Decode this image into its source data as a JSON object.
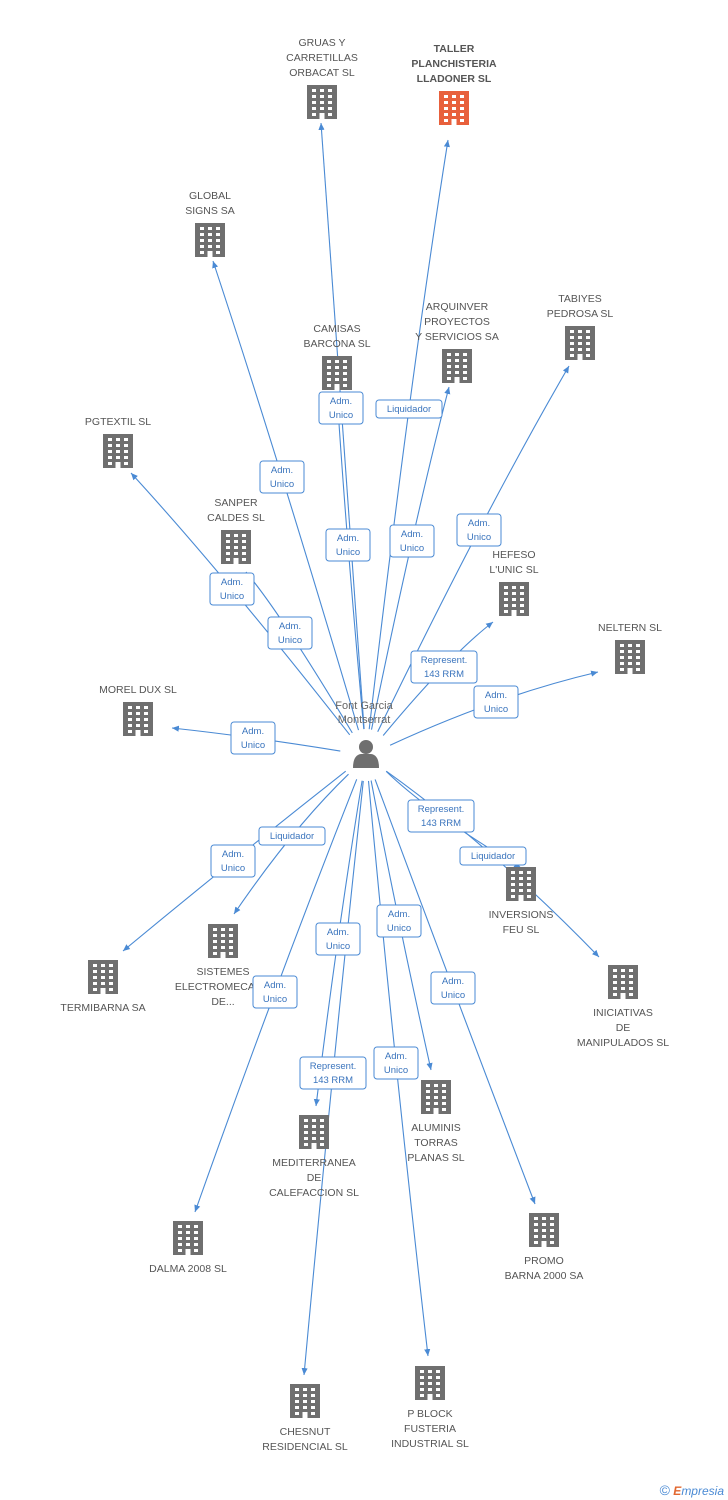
{
  "person": {
    "lines": [
      "Font Garcia",
      "Montserrat"
    ]
  },
  "colors": {
    "edge": "#4a8ad4",
    "building": "#6f6f6f",
    "building_highlight": "#e8603c",
    "person": "#6f6f6f"
  },
  "footer": {
    "copyright": "©",
    "brand_first": "E",
    "brand_rest": "mpresia"
  },
  "nodes": [
    {
      "id": "gruas",
      "lines": [
        "GRUAS Y",
        "CARRETILLAS",
        "ORBACAT SL"
      ],
      "highlight": false,
      "label_pos": "above"
    },
    {
      "id": "taller",
      "lines": [
        "TALLER",
        "PLANCHISTERIA",
        "LLADONER SL"
      ],
      "highlight": true,
      "label_pos": "above"
    },
    {
      "id": "global",
      "lines": [
        "GLOBAL",
        "SIGNS SA"
      ],
      "highlight": false,
      "label_pos": "above"
    },
    {
      "id": "camisas",
      "lines": [
        "CAMISAS",
        "BARCONA SL"
      ],
      "highlight": false,
      "label_pos": "above"
    },
    {
      "id": "arquinver",
      "lines": [
        "ARQUINVER",
        "PROYECTOS",
        "Y SERVICIOS SA"
      ],
      "highlight": false,
      "label_pos": "above"
    },
    {
      "id": "tabiyes",
      "lines": [
        "TABIYES",
        "PEDROSA SL"
      ],
      "highlight": false,
      "label_pos": "above"
    },
    {
      "id": "pgtextil",
      "lines": [
        "PGTEXTIL SL"
      ],
      "highlight": false,
      "label_pos": "above"
    },
    {
      "id": "sanper",
      "lines": [
        "SANPER",
        "CALDES SL"
      ],
      "highlight": false,
      "label_pos": "above"
    },
    {
      "id": "hefeso",
      "lines": [
        "HEFESO",
        "L'UNIC SL"
      ],
      "highlight": false,
      "label_pos": "above"
    },
    {
      "id": "neltern",
      "lines": [
        "NELTERN SL"
      ],
      "highlight": false,
      "label_pos": "above"
    },
    {
      "id": "morel",
      "lines": [
        "MOREL DUX SL"
      ],
      "highlight": false,
      "label_pos": "above"
    },
    {
      "id": "termibarna",
      "lines": [
        "TERMIBARNA SA"
      ],
      "highlight": false,
      "label_pos": "below"
    },
    {
      "id": "sistemes",
      "lines": [
        "SISTEMES",
        "ELECTROMECAN...",
        "DE..."
      ],
      "highlight": false,
      "label_pos": "below"
    },
    {
      "id": "inversions",
      "lines": [
        "INVERSIONS",
        "FEU SL"
      ],
      "highlight": false,
      "label_pos": "below"
    },
    {
      "id": "iniciativas",
      "lines": [
        "INICIATIVAS",
        "DE",
        "MANIPULADOS SL"
      ],
      "highlight": false,
      "label_pos": "below"
    },
    {
      "id": "aluminis",
      "lines": [
        "ALUMINIS",
        "TORRAS",
        "PLANAS SL"
      ],
      "highlight": false,
      "label_pos": "below"
    },
    {
      "id": "mediterranea",
      "lines": [
        "MEDITERRANEA",
        "DE",
        "CALEFACCION SL"
      ],
      "highlight": false,
      "label_pos": "below"
    },
    {
      "id": "dalma",
      "lines": [
        "DALMA 2008 SL"
      ],
      "highlight": false,
      "label_pos": "below"
    },
    {
      "id": "promo",
      "lines": [
        "PROMO",
        "BARNA 2000 SA"
      ],
      "highlight": false,
      "label_pos": "below"
    },
    {
      "id": "chesnut",
      "lines": [
        "CHESNUT",
        "RESIDENCIAL SL"
      ],
      "highlight": false,
      "label_pos": "below"
    },
    {
      "id": "pblock",
      "lines": [
        "P BLOCK",
        "FUSTERIA",
        "INDUSTRIAL SL"
      ],
      "highlight": false,
      "label_pos": "below"
    }
  ],
  "edges": [
    {
      "to": "gruas",
      "relation": [
        "Adm.",
        "Unico"
      ]
    },
    {
      "to": "taller",
      "relation": [
        "Liquidador"
      ]
    },
    {
      "to": "global",
      "relation": [
        "Adm.",
        "Unico"
      ]
    },
    {
      "to": "camisas",
      "relation": [
        "Adm.",
        "Unico"
      ]
    },
    {
      "to": "arquinver",
      "relation": [
        "Adm.",
        "Unico"
      ]
    },
    {
      "to": "tabiyes",
      "relation": [
        "Adm.",
        "Unico"
      ]
    },
    {
      "to": "pgtextil",
      "relation": [
        "Adm.",
        "Unico"
      ]
    },
    {
      "to": "sanper",
      "relation": [
        "Adm.",
        "Unico"
      ]
    },
    {
      "to": "hefeso",
      "relation": [
        "Represent.",
        "143 RRM"
      ]
    },
    {
      "to": "neltern",
      "relation": [
        "Adm.",
        "Unico"
      ]
    },
    {
      "to": "morel",
      "relation": [
        "Adm.",
        "Unico"
      ]
    },
    {
      "to": "termibarna",
      "relation": [
        "Adm.",
        "Unico"
      ]
    },
    {
      "to": "sistemes",
      "relation": [
        "Liquidador"
      ]
    },
    {
      "to": "inversions",
      "relation": [
        "Represent.",
        "143 RRM"
      ]
    },
    {
      "to": "iniciativas",
      "relation": [
        "Liquidador"
      ]
    },
    {
      "to": "aluminis",
      "relation": [
        "Adm.",
        "Unico"
      ]
    },
    {
      "to": "mediterranea",
      "relation": [
        "Adm.",
        "Unico"
      ]
    },
    {
      "to": "dalma",
      "relation": [
        "Adm.",
        "Unico"
      ]
    },
    {
      "to": "promo",
      "relation": [
        "Adm.",
        "Unico"
      ]
    },
    {
      "to": "chesnut",
      "relation": [
        "Represent.",
        "143 RRM"
      ]
    },
    {
      "to": "pblock",
      "relation": [
        "Adm.",
        "Unico"
      ]
    }
  ]
}
